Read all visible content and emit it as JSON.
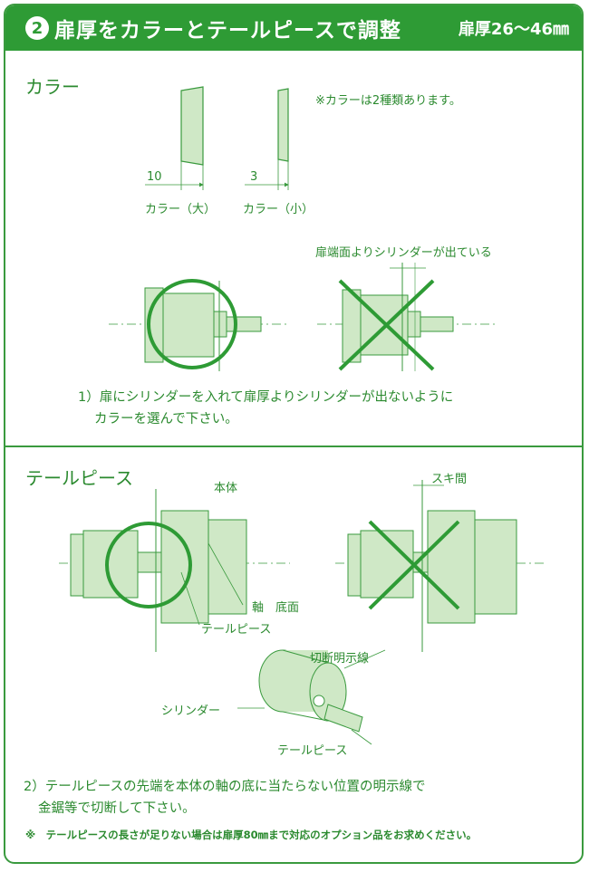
{
  "header": {
    "number": "2",
    "title": "扉厚をカラーとテールピースで調整",
    "range": "扉厚26～46㎜"
  },
  "collar": {
    "section_title": "カラー",
    "note": "※カラーは2種類あります。",
    "dim_large": "10",
    "dim_small": "3",
    "label_large": "カラー（大）",
    "label_small": "カラー（小）",
    "protrude_label": "扉端面よりシリンダーが出ている",
    "instruction_line1": "1）扉にシリンダーを入れて扉厚よりシリンダーが出ないように",
    "instruction_line2": "カラーを選んで下さい。"
  },
  "tailpiece": {
    "section_title": "テールピース",
    "label_body": "本体",
    "label_gap": "スキ間",
    "label_axis_bottom": "軸　底面",
    "label_tailpiece": "テールピース",
    "label_cut_line": "切断明示線",
    "label_cylinder": "シリンダー",
    "label_tailpiece2": "テールピース",
    "instruction_line1": "2）テールピースの先端を本体の軸の底に当たらない位置の明示線で",
    "instruction_line2": "金鋸等で切断して下さい。",
    "footnote": "※　テールピースの長さが足りない場合は扉厚80㎜まで対応のオプション品をお求めください。"
  },
  "colors": {
    "accent": "#2e9b35",
    "part_fill": "#cfe8c6",
    "line": "#3a9a3e"
  }
}
